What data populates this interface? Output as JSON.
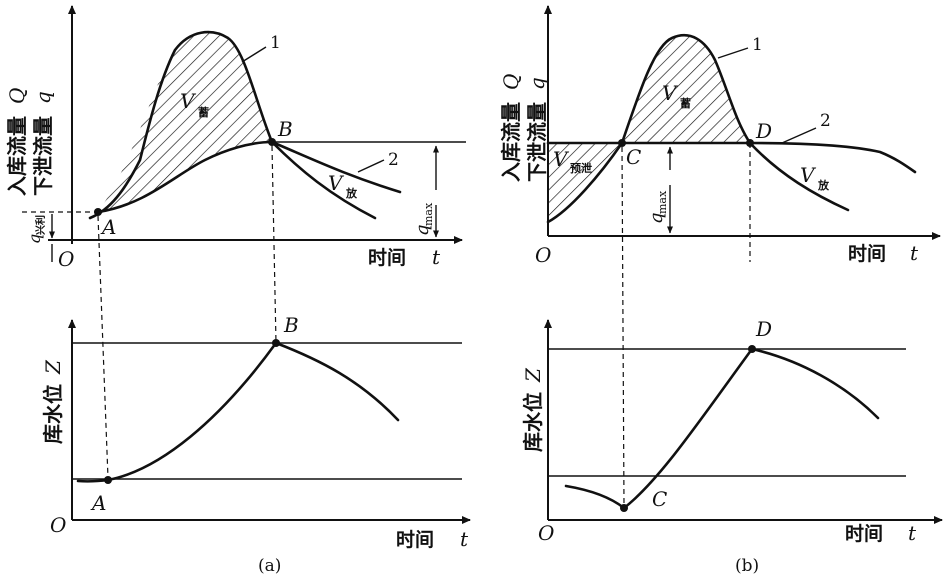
{
  "panel_a": {
    "top": {
      "y_label_inflow": "入库流量",
      "y_label_inflow_sym": "Q",
      "y_label_outflow": "下泄流量",
      "y_label_outflow_sym": "q",
      "x_label": "时间",
      "x_label_sym": "t",
      "origin": "O",
      "curve1_label": "1",
      "curve2_label": "2",
      "v_store": "V",
      "v_store_sub": "蓄",
      "v_release": "V",
      "v_release_sub": "放",
      "point_a": "A",
      "point_b": "B",
      "q_allow": "q",
      "q_allow_sub": "兴利",
      "q_max": "q",
      "q_max_sub": "max"
    },
    "bottom": {
      "y_label": "库水位",
      "y_label_sym": "Z",
      "x_label": "时间",
      "x_label_sym": "t",
      "origin": "O",
      "point_a": "A",
      "point_b": "B"
    },
    "caption": "(a)"
  },
  "panel_b": {
    "top": {
      "y_label_inflow": "入库流量",
      "y_label_inflow_sym": "Q",
      "y_label_outflow": "下泄流量",
      "y_label_outflow_sym": "q",
      "x_label": "时间",
      "x_label_sym": "t",
      "origin": "O",
      "curve1_label": "1",
      "curve2_label": "2",
      "v_store": "V",
      "v_store_sub": "蓄",
      "v_pre": "V",
      "v_pre_sub": "预泄",
      "v_release": "V",
      "v_release_sub": "放",
      "point_c": "C",
      "point_d": "D",
      "q_max": "q",
      "q_max_sub": "max"
    },
    "bottom": {
      "y_label": "库水位",
      "y_label_sym": "Z",
      "x_label": "时间",
      "x_label_sym": "t",
      "origin": "O",
      "point_c": "C",
      "point_d": "D"
    },
    "caption": "(b)"
  },
  "colors": {
    "ink": "#111111",
    "paper": "#ffffff"
  }
}
